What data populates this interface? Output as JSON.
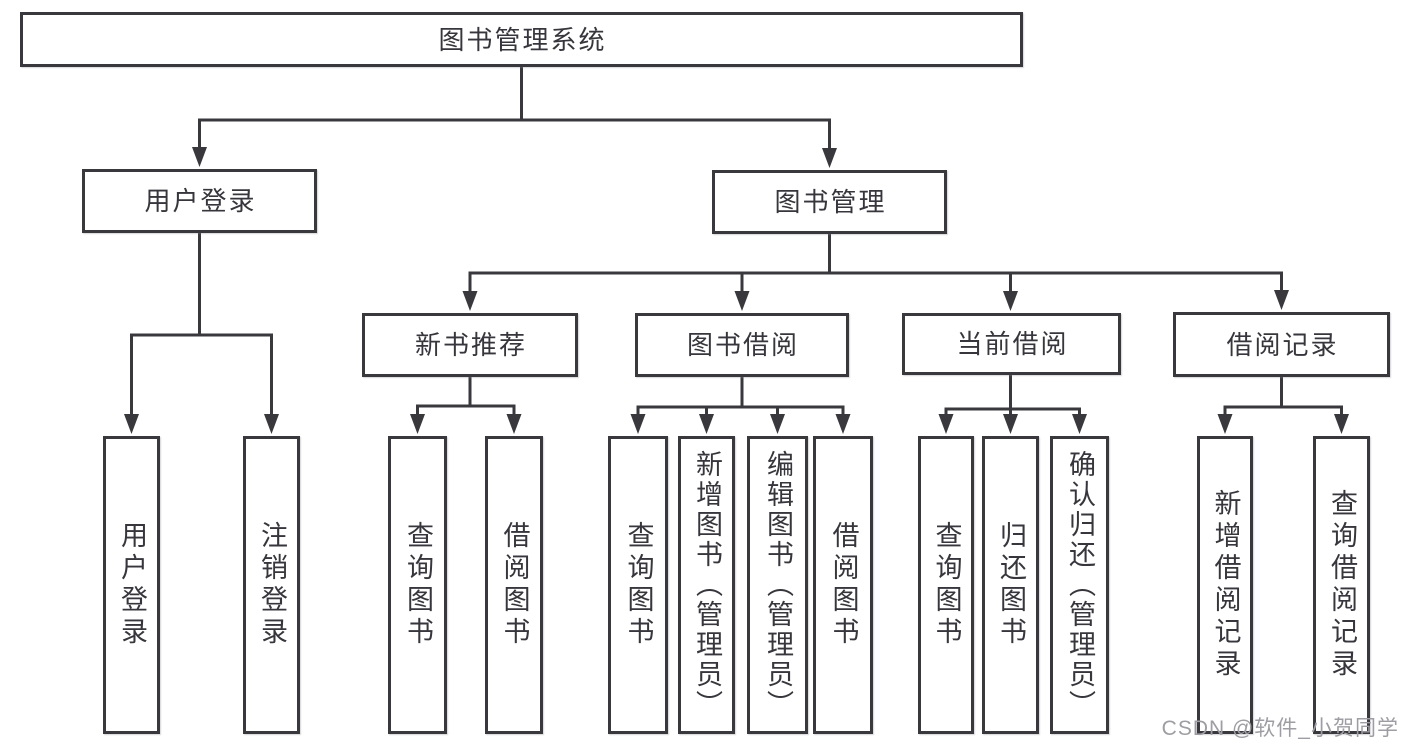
{
  "diagram": {
    "root": {
      "label": "图书管理系统"
    },
    "branches": [
      {
        "label": "用户登录",
        "children": [
          "用户登录",
          "注销登录"
        ]
      },
      {
        "label": "图书管理",
        "children": [
          {
            "label": "新书推荐",
            "children": [
              "查询图书",
              "借阅图书"
            ]
          },
          {
            "label": "图书借阅",
            "children": [
              "查询图书",
              "新增图书（管理员）",
              "编辑图书（管理员）",
              "借阅图书"
            ]
          },
          {
            "label": "当前借阅",
            "children": [
              "查询图书",
              "归还图书",
              "确认归还（管理员）"
            ]
          },
          {
            "label": "借阅记录",
            "children": [
              "新增借阅记录",
              "查询借阅记录"
            ]
          }
        ]
      }
    ]
  },
  "watermark": {
    "text": "CSDN @软件_小贺同学"
  },
  "colors": {
    "line": "#38383d",
    "text": "#36363c",
    "box_background": "#ffffff",
    "watermark": "#9d9da3",
    "page_background": "#ffffff"
  }
}
